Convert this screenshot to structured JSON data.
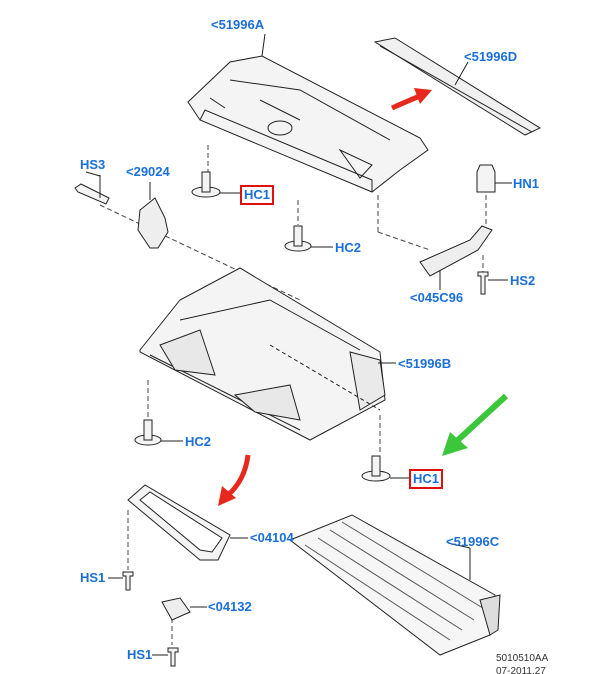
{
  "callouts": {
    "p51996A": "<51996A",
    "p51996D": "<51996D",
    "hs3": "HS3",
    "p29024": "<29024",
    "hc1_top": "HC1",
    "hn1": "HN1",
    "hc2_top": "HC2",
    "hs2": "HS2",
    "p045C96": "<045C96",
    "p51996B": "<51996B",
    "hc2_mid": "HC2",
    "hc1_bottom": "HC1",
    "p04104": "<04104",
    "p51996C": "<51996C",
    "hs1_top": "HS1",
    "p04132": "<04132",
    "hs1_bottom": "HS1"
  },
  "reference": {
    "code": "5010510AA",
    "date": "07-2011.27"
  },
  "colors": {
    "label": "#1a6fd8",
    "highlight": "#e01010",
    "arrow_red": "#e8281c",
    "arrow_green": "#3cc63c"
  }
}
